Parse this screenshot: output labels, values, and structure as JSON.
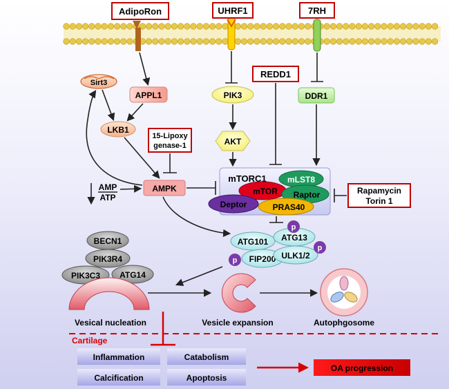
{
  "drugs": {
    "adiporon": "AdipoRon",
    "uhrf1": "UHRF1",
    "rh7": "7RH",
    "redd1": "REDD1",
    "lipoxygenase_line1": "15-Lipoxy",
    "lipoxygenase_line2": "genase-1",
    "rapamycin": "Rapamycin",
    "torin": "Torin 1"
  },
  "nodes": {
    "sirt3": "Sirt3",
    "appl1": "APPL1",
    "lkb1": "LKB1",
    "amp": "AMP",
    "atp": "ATP",
    "ampk": "AMPK",
    "pik3": "PIK3",
    "akt": "AKT",
    "ddr1": "DDR1"
  },
  "mtorc1": {
    "title": "mTORC1",
    "mlst8": "mLST8",
    "mtor": "mTOR",
    "raptor": "Raptor",
    "deptor": "Deptor",
    "pras40": "PRAS40"
  },
  "ulk_complex": {
    "atg101": "ATG101",
    "atg13": "ATG13",
    "fip200": "FIP200",
    "ulk12": "ULK1/2",
    "phospho": "p"
  },
  "vps_complex": {
    "becn1": "BECN1",
    "pik3r4": "PIK3R4",
    "pik3c3": "PIK3C3",
    "atg14": "ATG14"
  },
  "stages": {
    "nucleation": "Vesical nucleation",
    "expansion": "Vesicle expansion",
    "autophagosome": "Autophgosome"
  },
  "cartilage": {
    "label": "Cartilage",
    "inflammation": "Inflammation",
    "catabolism": "Catabolism",
    "calcification": "Calcification",
    "apoptosis": "Apoptosis",
    "outcome": "OA progression"
  },
  "colors": {
    "background_top": "#ffffff",
    "background_bottom": "#cfcff0",
    "drug_border": "#c00000",
    "membrane": "#e8c84a",
    "mtor": "#e0001b",
    "mlst8": "#1f9a5e",
    "raptor": "#1f9a5e",
    "deptor": "#6a2fa0",
    "pras40": "#f2b705",
    "ampk": "#f4a5a5",
    "pik3": "#ffffa0",
    "ddr1": "#c8f0b0",
    "ulk_parts": "#c6eef0",
    "phospho": "#7a3aa8",
    "cartilage_line": "#d90000",
    "outcome": "#e00000"
  }
}
